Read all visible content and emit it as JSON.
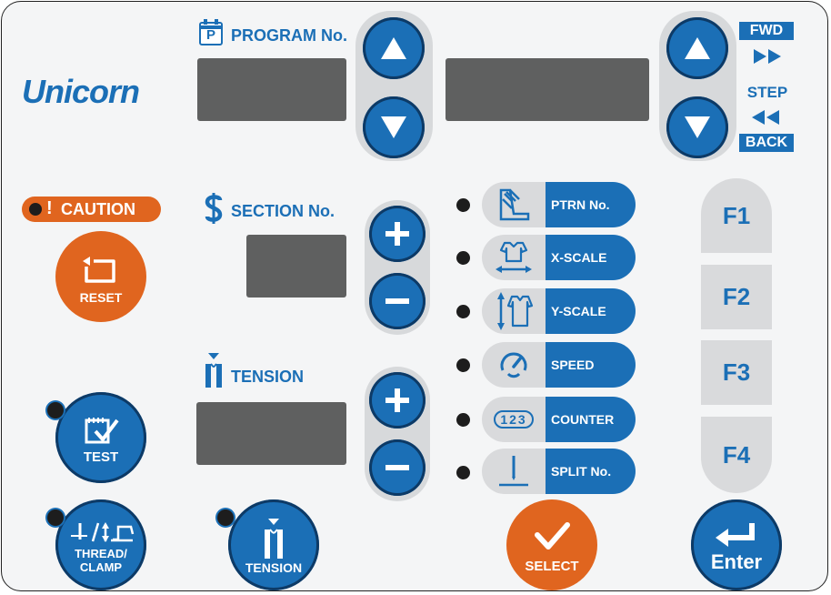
{
  "brand": {
    "logo": "Unicorn"
  },
  "program": {
    "label": "PROGRAM No.",
    "icon_letter": "P"
  },
  "nav": {
    "fwd": "FWD",
    "step": "STEP",
    "back": "BACK"
  },
  "caution": {
    "label": "CAUTION",
    "mark": "!"
  },
  "reset": {
    "label": "RESET"
  },
  "section": {
    "label": "SECTION No."
  },
  "tension_display": {
    "label": "TENSION"
  },
  "select_items": [
    {
      "label": "PTRN No."
    },
    {
      "label": "X-SCALE"
    },
    {
      "label": "Y-SCALE"
    },
    {
      "label": "SPEED"
    },
    {
      "label": "COUNTER",
      "icon_text": "123"
    },
    {
      "label": "SPLIT No."
    }
  ],
  "function_keys": [
    "F1",
    "F2",
    "F3",
    "F4"
  ],
  "buttons": {
    "test": "TEST",
    "thread_clamp_line1": "THREAD/",
    "thread_clamp_line2": "CLAMP",
    "tension": "TENSION",
    "select": "SELECT",
    "enter": "Enter"
  },
  "colors": {
    "blue": "#1b6fb6",
    "orange": "#e0651f",
    "lcd": "#5f6060",
    "pill": "#d7d9db"
  }
}
